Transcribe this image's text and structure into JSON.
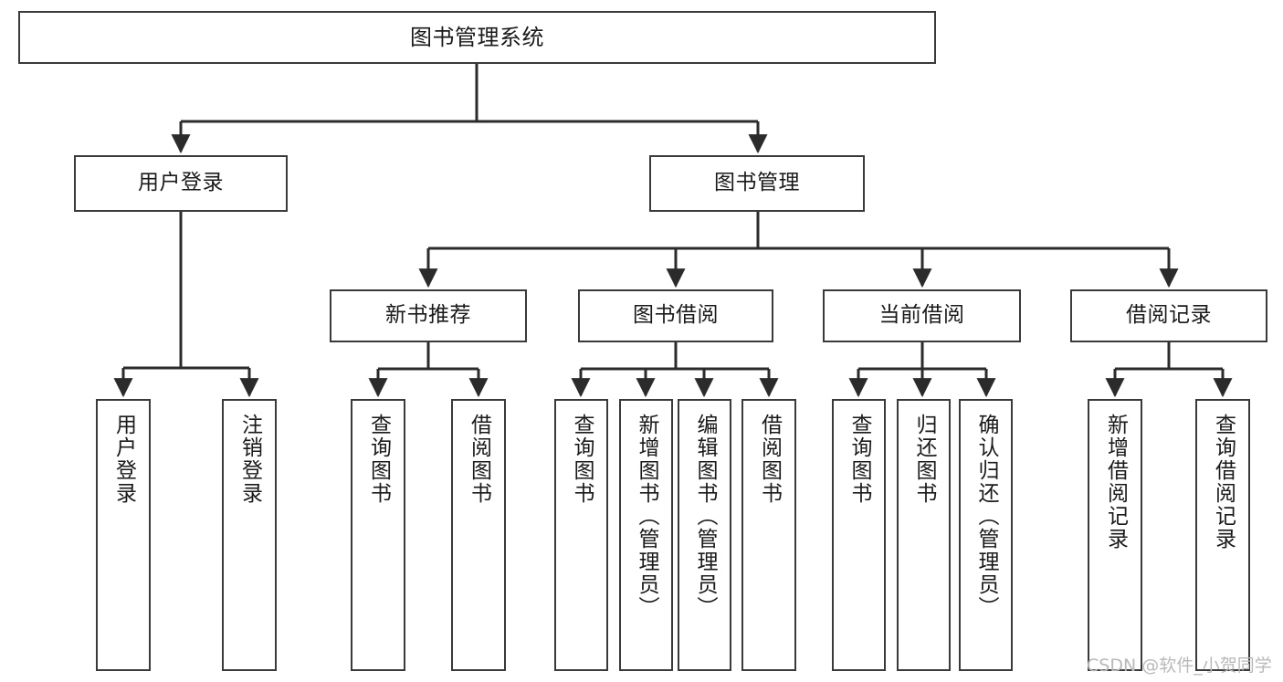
{
  "diagram": {
    "title": "图书管理系统",
    "type": "tree-hierarchy",
    "watermark": "CSDN @软件_小贺同学",
    "style": {
      "box_border_color": "#3a3a3a",
      "box_fill_color": "#ffffff",
      "edge_color": "#2b2b2b",
      "text_color": "#1a1a1a",
      "watermark_color": "#b9b9b9"
    },
    "nodes": {
      "root": {
        "label": "图书管理系统"
      },
      "level2": [
        {
          "id": "user_login",
          "label": "用户登录"
        },
        {
          "id": "book_manage",
          "label": "图书管理"
        }
      ],
      "level3": [
        {
          "id": "new_book_rec",
          "label": "新书推荐"
        },
        {
          "id": "book_borrow",
          "label": "图书借阅"
        },
        {
          "id": "current_borrow",
          "label": "当前借阅"
        },
        {
          "id": "borrow_record",
          "label": "借阅记录"
        }
      ],
      "leaves": {
        "user_login": [
          {
            "id": "leaf_user_login",
            "label": "用户登录"
          },
          {
            "id": "leaf_logout",
            "label": "注销登录"
          }
        ],
        "new_book_rec": [
          {
            "id": "leaf_query_book_1",
            "label": "查询图书"
          },
          {
            "id": "leaf_borrow_book_1",
            "label": "借阅图书"
          }
        ],
        "book_borrow": [
          {
            "id": "leaf_query_book_2",
            "label": "查询图书"
          },
          {
            "id": "leaf_add_book",
            "label": "新增图书（管理员）"
          },
          {
            "id": "leaf_edit_book",
            "label": "编辑图书（管理员）"
          },
          {
            "id": "leaf_borrow_book_2",
            "label": "借阅图书"
          }
        ],
        "current_borrow": [
          {
            "id": "leaf_query_book_3",
            "label": "查询图书"
          },
          {
            "id": "leaf_return_book",
            "label": "归还图书"
          },
          {
            "id": "leaf_confirm_return",
            "label": "确认归还（管理员）"
          }
        ],
        "borrow_record": [
          {
            "id": "leaf_add_record",
            "label": "新增借阅记录"
          },
          {
            "id": "leaf_query_record",
            "label": "查询借阅记录"
          }
        ]
      }
    }
  }
}
